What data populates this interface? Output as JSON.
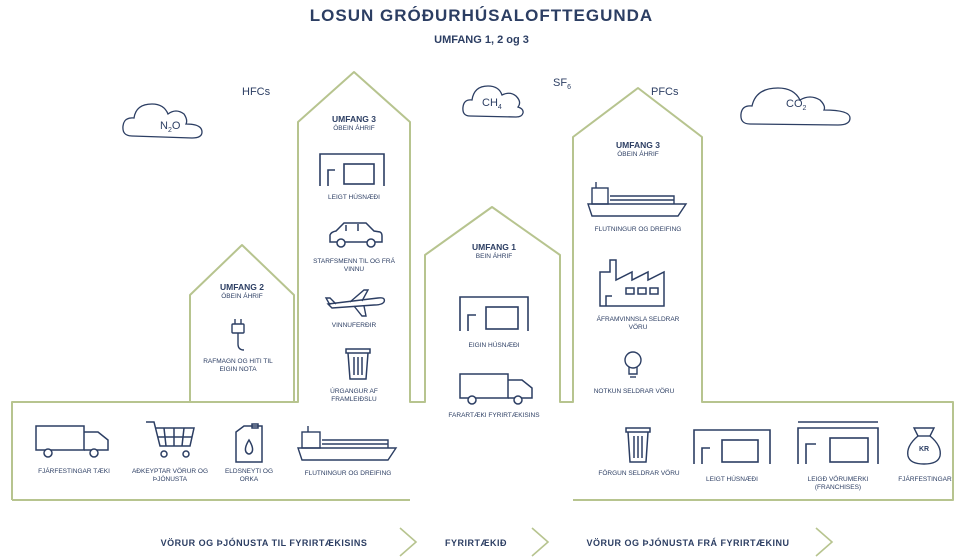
{
  "header": {
    "title": "LOSUN GRÓÐURHÚSALOFTTEGUNDA",
    "subtitle": "UMFANG 1, 2 og 3"
  },
  "gases": {
    "n2o": "N",
    "n2o_sub": "2",
    "n2o_tail": "O",
    "hfcs": "HFCs",
    "ch4": "CH",
    "ch4_sub": "4",
    "sf6": "SF",
    "sf6_sub": "6",
    "pfcs": "PFCs",
    "co2": "CO",
    "co2_sub": "2"
  },
  "scope2": {
    "title": "UMFANG 2",
    "sub": "ÓBEIN ÁHRIF",
    "items": [
      "RAFMAGN OG HITI TIL EIGIN NOTA"
    ]
  },
  "scope3_left": {
    "title": "UMFANG 3",
    "sub": "ÓBEIN ÁHRIF",
    "items": [
      "LEIGT HÚSNÆÐI",
      "STARFSMENN TIL OG FRÁ VINNU",
      "VINNUFERÐIR",
      "ÚRGANGUR AF FRAMLEIÐSLU"
    ]
  },
  "scope1": {
    "title": "UMFANG 1",
    "sub": "BEIN ÁHRIF",
    "items": [
      "EIGIN HÚSNÆÐI",
      "FARARTÆKI FYRIRTÆKISINS"
    ]
  },
  "scope3_right": {
    "title": "UMFANG 3",
    "sub": "ÓBEIN ÁHRIF",
    "items": [
      "FLUTNINGUR OG DREIFING",
      "ÁFRAMVINNSLA SELDRAR VÖRU",
      "NOTKUN SELDRAR VÖRU"
    ]
  },
  "bottom_left": {
    "items": [
      "FJÁRFESTINGAR TÆKI",
      "AÐKEYPTAR VÖRUR OG ÞJÓNUSTA",
      "ELDSNEYTI OG ORKA",
      "FLUTNINGUR OG DREIFING"
    ]
  },
  "bottom_right": {
    "items": [
      "FÖRGUN SELDRAR VÖRU",
      "LEIGT HÚSNÆÐI",
      "LEIGÐ VÖRUMERKI (FRANCHISES)",
      "FJÁRFESTINGAR"
    ],
    "money_bag": "KR"
  },
  "arrows": [
    "VÖRUR OG ÞJÓNUSTA TIL FYRIRTÆKISINS",
    "FYRIRTÆKIÐ",
    "VÖRUR OG ÞJÓNUSTA FRÁ FYRIRTÆKINU"
  ],
  "colors": {
    "outline": "#b7c48f",
    "ink": "#2c3e63",
    "icon": "#2c3e63"
  }
}
